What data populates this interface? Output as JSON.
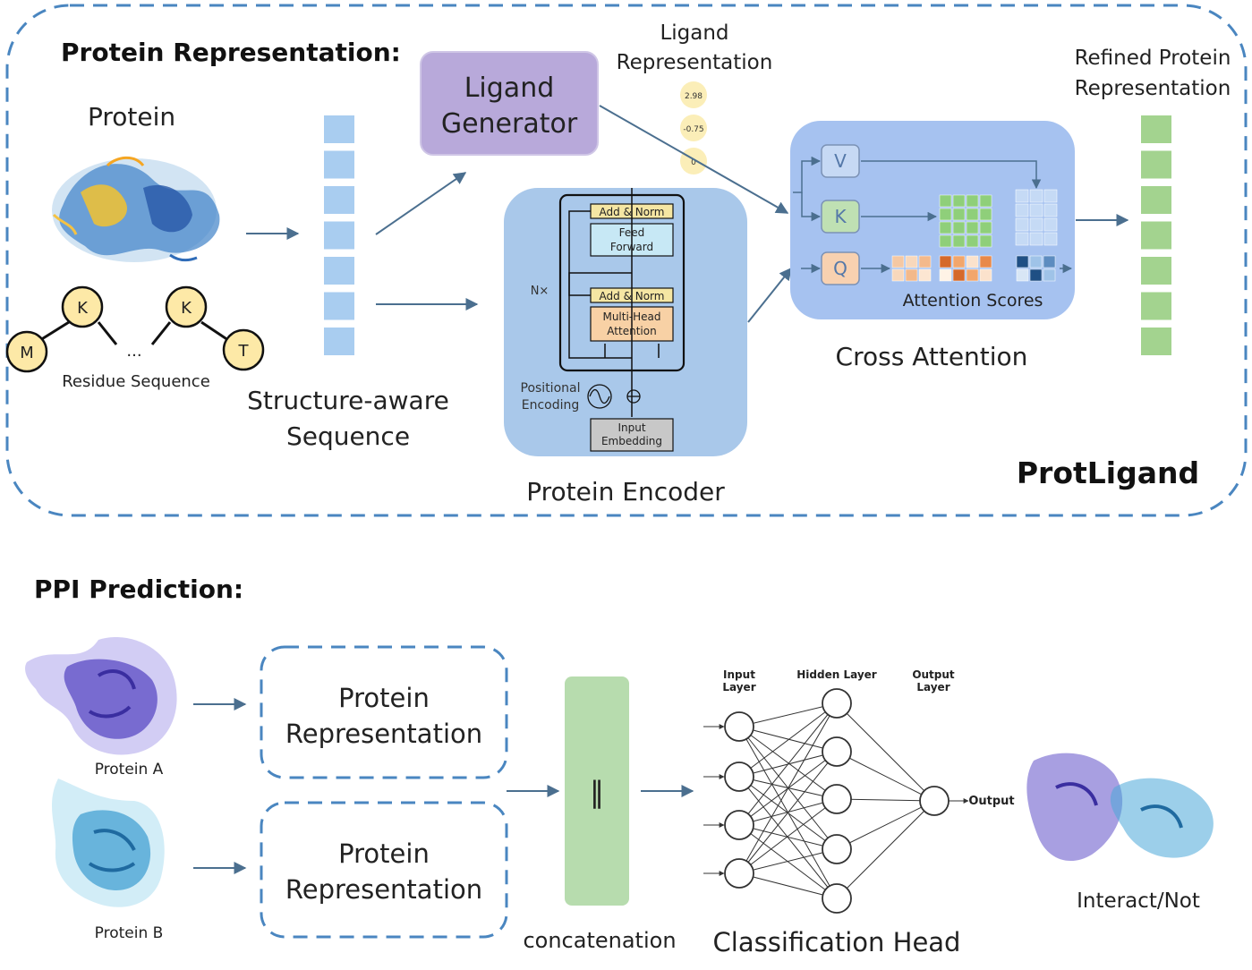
{
  "top_section": {
    "title": "Protein Representation:",
    "protein_label": "Protein",
    "residue_sequence_label": "Residue Sequence",
    "residues": [
      "M",
      "K",
      "K",
      "T"
    ],
    "ellipsis": "...",
    "structure_aware_line1": "Structure-aware",
    "structure_aware_line2": "Sequence",
    "ligand_generator_line1": "Ligand",
    "ligand_generator_line2": "Generator",
    "ligand_representation_line1": "Ligand",
    "ligand_representation_line2": "Representation",
    "ligand_values": [
      "2.98",
      "-0.75",
      "0"
    ],
    "protein_encoder_label": "Protein Encoder",
    "encoder": {
      "add_norm_top": "Add & Norm",
      "feed_forward_line1": "Feed",
      "feed_forward_line2": "Forward",
      "nx": "N×",
      "add_norm_bottom": "Add & Norm",
      "mha_line1": "Multi-Head",
      "mha_line2": "Attention",
      "positional_line1": "Positional",
      "positional_line2": "Encoding",
      "input_embedding_line1": "Input",
      "input_embedding_line2": "Embedding"
    },
    "cross_attention": {
      "v": "V",
      "k": "K",
      "q": "Q",
      "attention_scores": "Attention Scores",
      "label": "Cross Attention"
    },
    "refined_line1": "Refined Protein",
    "refined_line2": "Representation",
    "brand": "ProtLigand"
  },
  "bottom_section": {
    "title": "PPI Prediction:",
    "protein_a": "Protein A",
    "protein_b": "Protein B",
    "rep_line1": "Protein",
    "rep_line2": "Representation",
    "concat_symbol": "‖",
    "concat_label": "concatenation",
    "nn": {
      "input_layer_line1": "Input",
      "input_layer_line2": "Layer",
      "hidden_layer": "Hidden Layer",
      "output_layer_line1": "Output",
      "output_layer_line2": "Layer",
      "output_arrow": "Output"
    },
    "classification_head": "Classification Head",
    "interact_label": "Interact/Not"
  },
  "colors": {
    "dashed_border": "#4a86c0",
    "seq_block": "#a9cdf0",
    "refined_block": "#a3d38f",
    "ligand_gen": "#b8a9da",
    "encoder_bg": "#a9c8ea",
    "cross_bg": "#a6c2f0",
    "concat_bar": "#b7dcae",
    "protein_purple": "#6050c8",
    "protein_blue": "#3b9bd0"
  }
}
